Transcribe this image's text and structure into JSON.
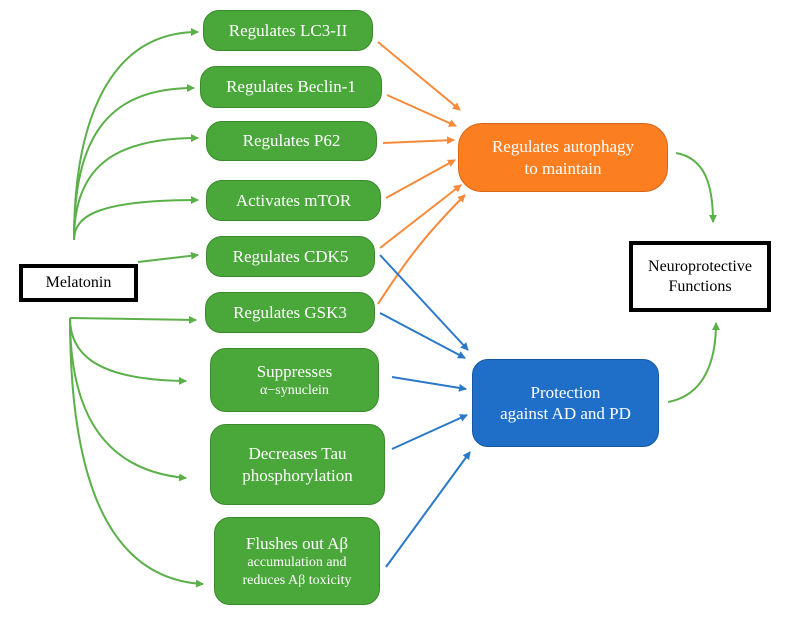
{
  "source": {
    "label": "Melatonin"
  },
  "mechanisms": [
    {
      "id": "lc3",
      "lines": [
        "Regulates LC3-II"
      ]
    },
    {
      "id": "beclin",
      "lines": [
        "Regulates Beclin-1"
      ]
    },
    {
      "id": "p62",
      "lines": [
        "Regulates P62"
      ]
    },
    {
      "id": "mtor",
      "lines": [
        "Activates mTOR"
      ]
    },
    {
      "id": "cdk5",
      "lines": [
        "Regulates CDK5"
      ]
    },
    {
      "id": "gsk3",
      "lines": [
        "Regulates GSK3"
      ]
    },
    {
      "id": "synuclein",
      "lines": [
        "Suppresses",
        "α−synuclein"
      ]
    },
    {
      "id": "tau",
      "lines": [
        "Decreases Tau",
        "phosphorylation"
      ]
    },
    {
      "id": "abeta",
      "lines": [
        "Flushes out Aβ",
        "accumulation and",
        "reduces Aβ toxicity"
      ]
    }
  ],
  "autophagy": {
    "lines": [
      "Regulates autophagy",
      "to maintain"
    ]
  },
  "protection": {
    "lines": [
      "Protection",
      "against AD and PD"
    ]
  },
  "outcome": {
    "lines": [
      "Neuroprotective",
      "Functions"
    ]
  },
  "colors": {
    "green": "#4aa73a",
    "orange": "#fb7f20",
    "blue": "#1f6fc9",
    "orange_arrow": "#f58a3a",
    "blue_arrow": "#2a78c8",
    "green_arrow": "#5bb04a"
  }
}
